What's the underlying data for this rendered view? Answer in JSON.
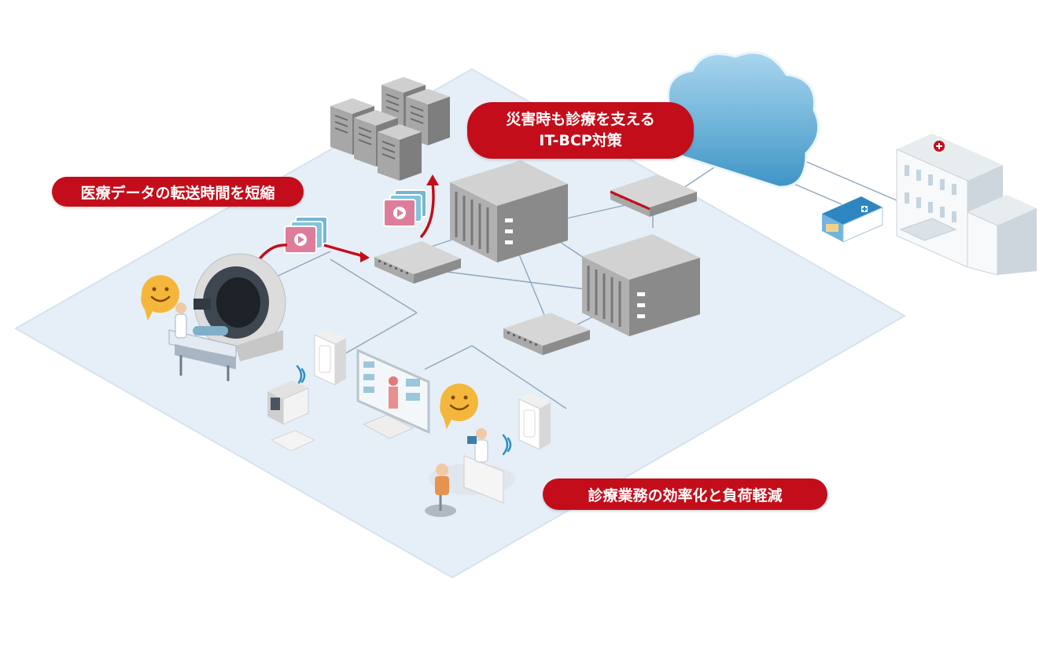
{
  "labels": {
    "transfer": "医療データの転送時間を短縮",
    "bcp_line1": "災害時も診療を支える",
    "bcp_line2": "IT-BCP対策",
    "efficiency": "診療業務の効率化と負荷軽減"
  },
  "colors": {
    "accent_red": "#c40d1a",
    "platform": "#e6eff7",
    "cloud": "#6fb4d8",
    "network_line": "#8fa5bd",
    "device_gray": "#9b9b9b",
    "smiley": "#f5b73b"
  },
  "icons": [
    "server-icon",
    "switch-icon",
    "cloud-icon",
    "hospital-icon",
    "clinic-icon",
    "mri-scanner-icon",
    "video-file-icon",
    "wifi-access-point-icon",
    "monitor-icon",
    "smiley-icon",
    "doctor-patient-icon"
  ]
}
